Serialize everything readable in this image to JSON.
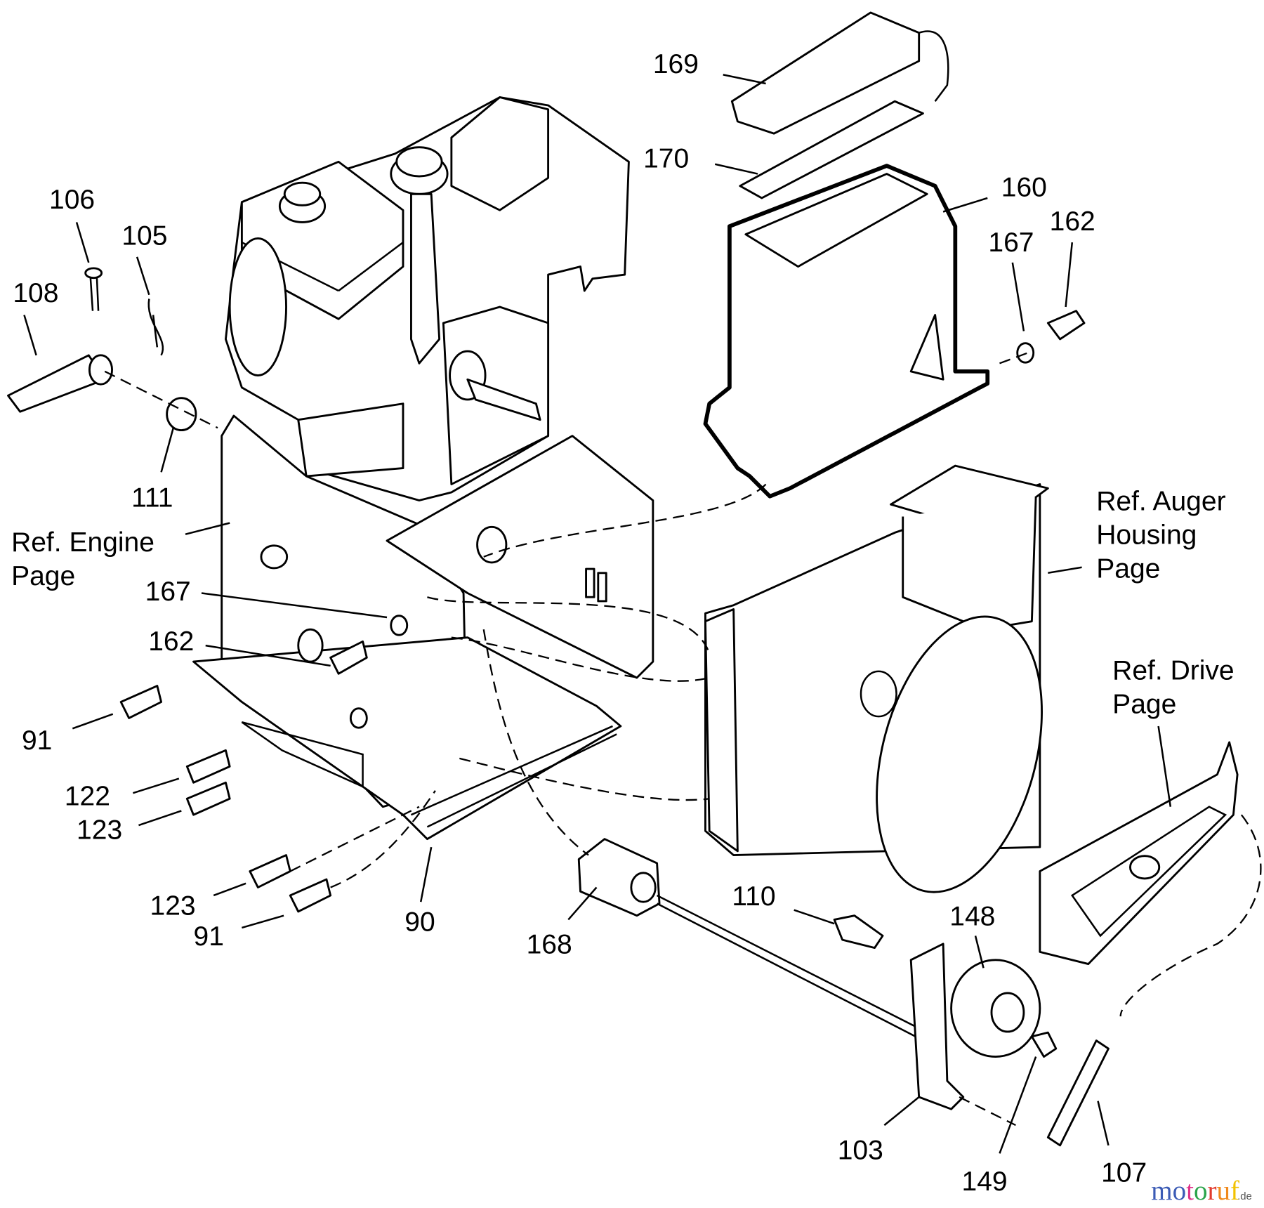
{
  "diagram": {
    "part_labels": {
      "p169": "169",
      "p170": "170",
      "p160": "160",
      "p162a": "162",
      "p167a": "167",
      "p106": "106",
      "p105": "105",
      "p108": "108",
      "p111": "111",
      "p167b": "167",
      "p162b": "162",
      "p91a": "91",
      "p122": "122",
      "p123a": "123",
      "p123b": "123",
      "p91b": "91",
      "p90": "90",
      "p168": "168",
      "p110": "110",
      "p148": "148",
      "p103": "103",
      "p149": "149",
      "p107": "107"
    },
    "references": {
      "engine_line1": "Ref. Engine",
      "engine_line2": "Page",
      "auger_line1": "Ref. Auger",
      "auger_line2": "Housing",
      "auger_line3": "Page",
      "drive_line1": "Ref. Drive",
      "drive_line2": "Page"
    },
    "watermark": {
      "text": "motoruf",
      "suffix": ".de",
      "letter_colors": [
        "#3b5bb5",
        "#3b5bb5",
        "#e0338a",
        "#2aa44a",
        "#e23b2e",
        "#f08a1c",
        "#f2c200"
      ]
    }
  }
}
